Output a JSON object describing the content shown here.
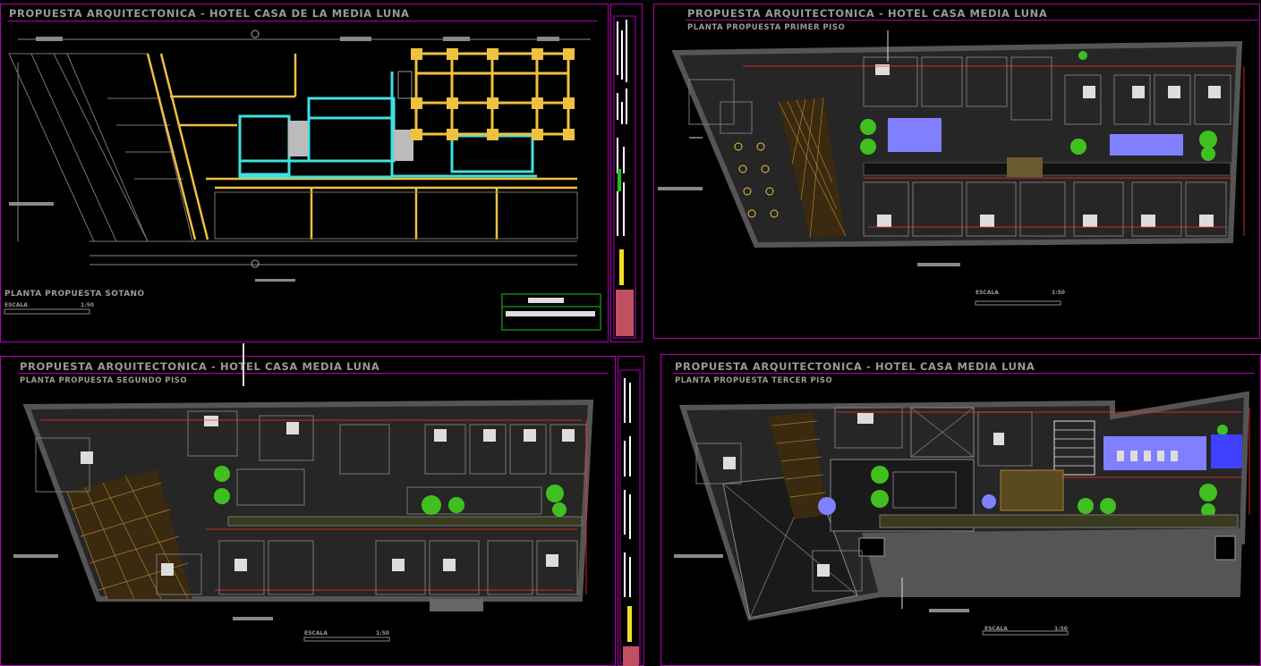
{
  "sheets": [
    {
      "title": "PROPUESTA ARQUITECTONICA - HOTEL CASA DE LA MEDIA LUNA",
      "plan_name": "PLANTA PROPUESTA  SOTANO",
      "scale_label": "ESCALA",
      "scale_value": "1:50"
    },
    {
      "title": "PROPUESTA ARQUITECTONICA - HOTEL CASA MEDIA LUNA",
      "plan_name": "PLANTA PROPUESTA PRIMER PISO",
      "scale_label": "ESCALA",
      "scale_value": "1:50"
    },
    {
      "title": "PROPUESTA ARQUITECTONICA - HOTEL  CASA MEDIA LUNA",
      "plan_name": "PLANTA PROPUESTA SEGUNDO  PISO",
      "scale_label": "ESCALA",
      "scale_value": "1:50"
    },
    {
      "title": "PROPUESTA ARQUITECTONICA - HOTEL CASA  MEDIA LUNA",
      "plan_name": "PLANTA PROPUESTA  TERCER  PISO",
      "scale_label": "ESCALA",
      "scale_value": "1:50"
    }
  ],
  "colors": {
    "frame": "#b000b0",
    "wall": "#555555",
    "basement_structure": "#f0c040",
    "basement_cyan": "#40e0e0",
    "pool": "#8080ff",
    "tree": "#40c020",
    "dimension": "#ff3030",
    "lattice": "#b08030"
  }
}
